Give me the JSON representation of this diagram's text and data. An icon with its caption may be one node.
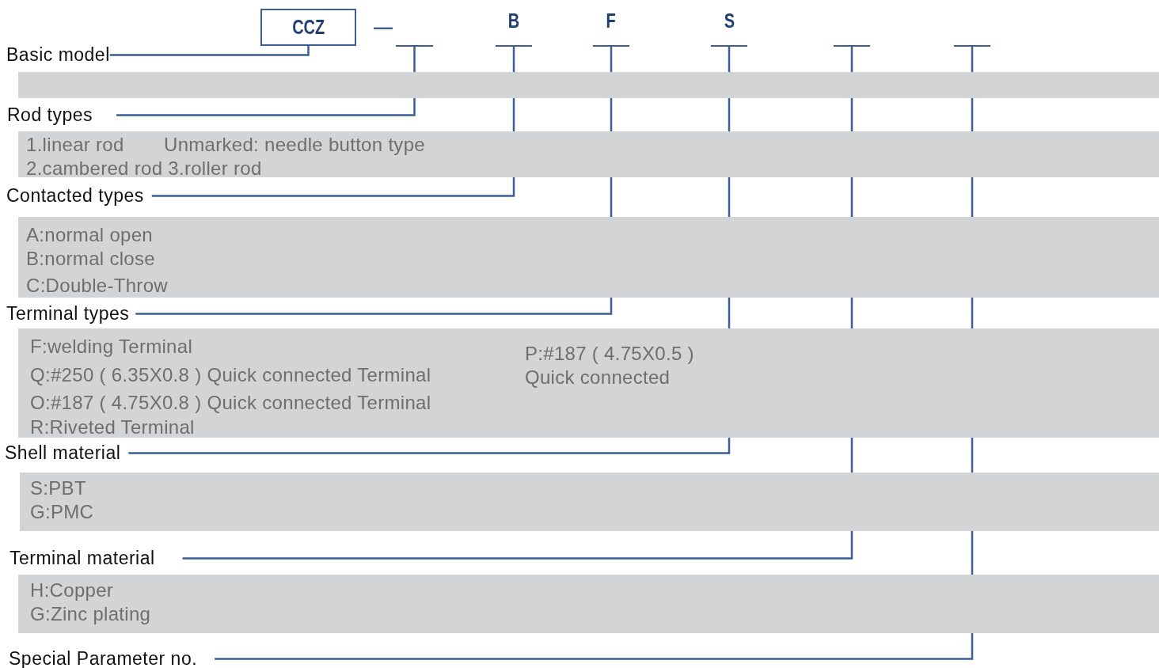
{
  "diagram": {
    "nodes": [
      {
        "text": [
          "CCZ"
        ]
      },
      {
        "text": [],
        "shape": "bar"
      },
      {
        "text": [
          "B"
        ]
      },
      {
        "text": [
          "F"
        ]
      },
      {
        "text": [
          "S"
        ]
      },
      {
        "text": [],
        "shape": "bar"
      },
      {
        "text": [],
        "shape": "bar"
      },
      {
        "text": [
          "Basic model"
        ]
      },
      {
        "text": [],
        "shape": "bar"
      },
      {
        "text": [
          "Rod types"
        ]
      },
      {
        "text": [
          "1.linear rod",
          "Unmarked: needle button type",
          "2.cambered rod 3.roller rod"
        ]
      },
      {
        "text": [
          "Contacted types"
        ]
      },
      {
        "text": [
          "A:normal open",
          "B:normal close",
          "C:Double-Throw"
        ]
      },
      {
        "text": [
          "Terminal types"
        ]
      },
      {
        "text": [
          "F:welding Terminal",
          "Q:#250 ( 6.35X0.8 ) Quick connected Terminal",
          "O:#187 ( 4.75X0.8 ) Quick connected Terminal",
          "R:Riveted Terminal",
          "P:#187 ( 4.75X0.5 ) Quick connected"
        ]
      },
      {
        "text": [
          "Shell material"
        ]
      },
      {
        "text": [
          "S:PBT",
          "G:PMC"
        ]
      },
      {
        "text": [
          "Terminal material"
        ]
      },
      {
        "text": [
          "H:Copper",
          "G:Zinc plating"
        ]
      },
      {
        "text": [
          "Special Parameter no."
        ]
      }
    ],
    "edges": [
      {
        "from": 0,
        "to": 7,
        "arrow": "none"
      },
      {
        "from": 1,
        "to": 9,
        "arrow": "none"
      },
      {
        "from": 2,
        "to": 11,
        "arrow": "none"
      },
      {
        "from": 3,
        "to": 13,
        "arrow": "none"
      },
      {
        "from": 4,
        "to": 15,
        "arrow": "none"
      },
      {
        "from": 5,
        "to": 17,
        "arrow": "none"
      },
      {
        "from": 6,
        "to": 19,
        "arrow": "none"
      }
    ],
    "labels": [
      "—"
    ]
  }
}
